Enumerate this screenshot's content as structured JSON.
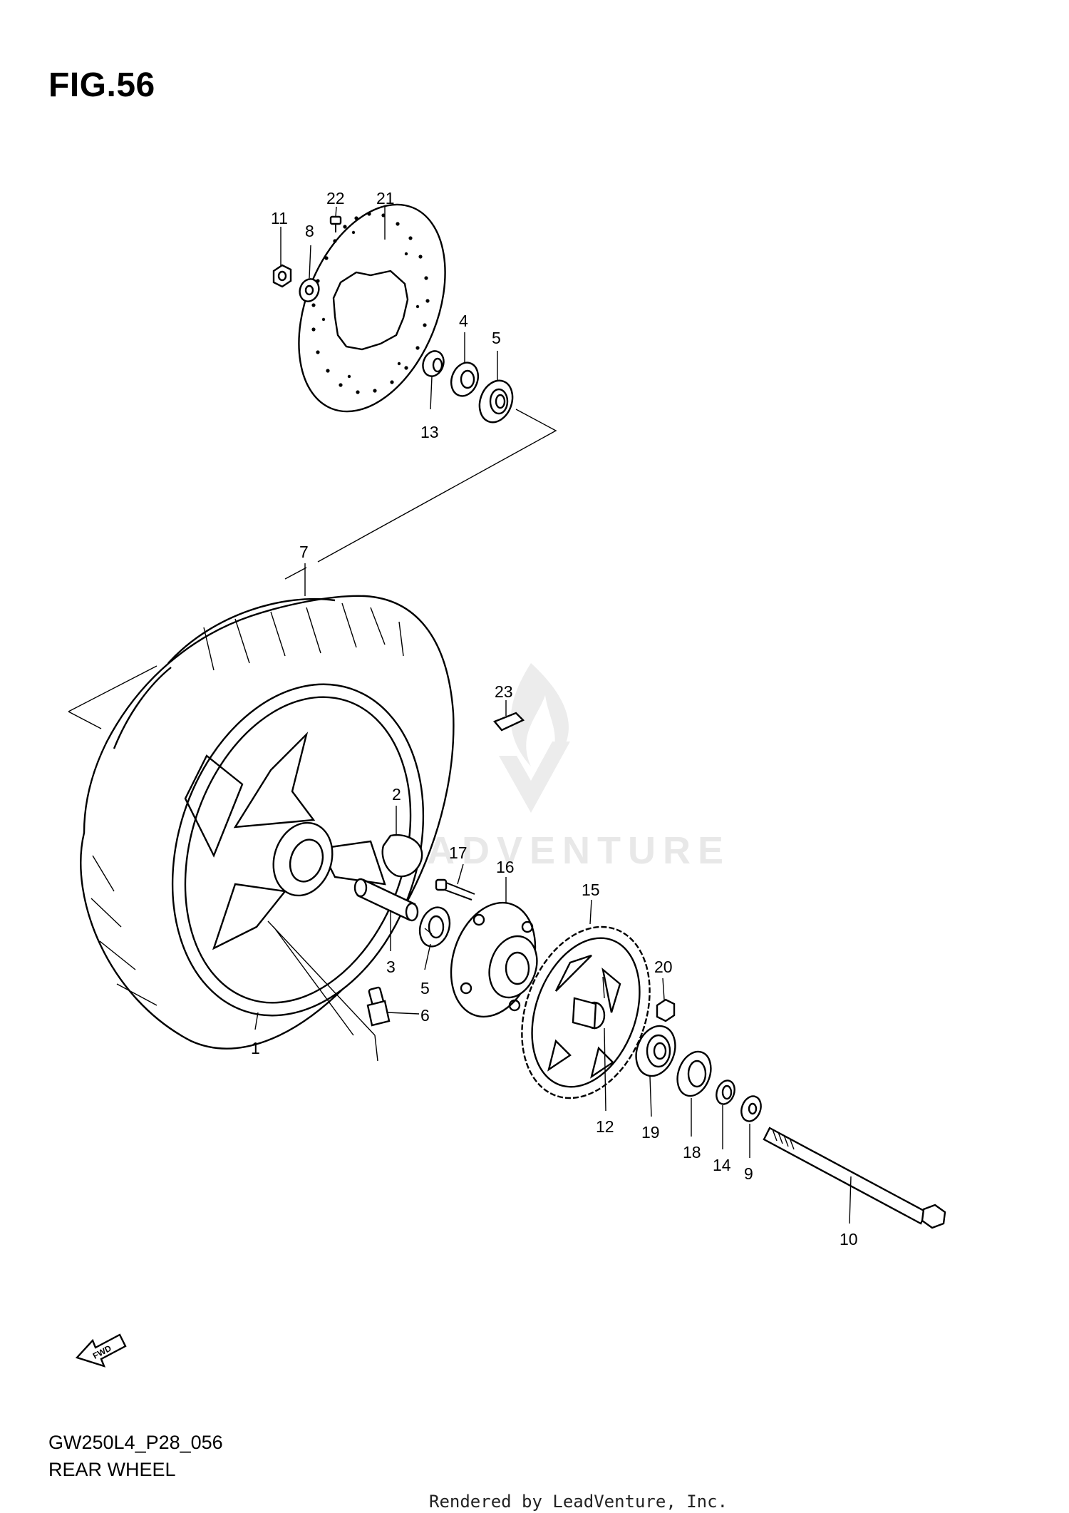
{
  "figure": {
    "title": "FIG.56",
    "reference_code": "GW250L4_P28_056",
    "caption": "REAR WHEEL",
    "credit": "Rendered by LeadVenture, Inc.",
    "watermark": "LEADVENTURE"
  },
  "fwd_label": "FWD",
  "callouts": {
    "c1": "1",
    "c2": "2",
    "c3": "3",
    "c4": "4",
    "c5a": "5",
    "c5b": "5",
    "c6": "6",
    "c7": "7",
    "c8": "8",
    "c9": "9",
    "c10": "10",
    "c11": "11",
    "c12": "12",
    "c13": "13",
    "c14": "14",
    "c15": "15",
    "c16": "16",
    "c17": "17",
    "c18": "18",
    "c19": "19",
    "c20": "20",
    "c21": "21",
    "c22": "22",
    "c23": "23"
  }
}
